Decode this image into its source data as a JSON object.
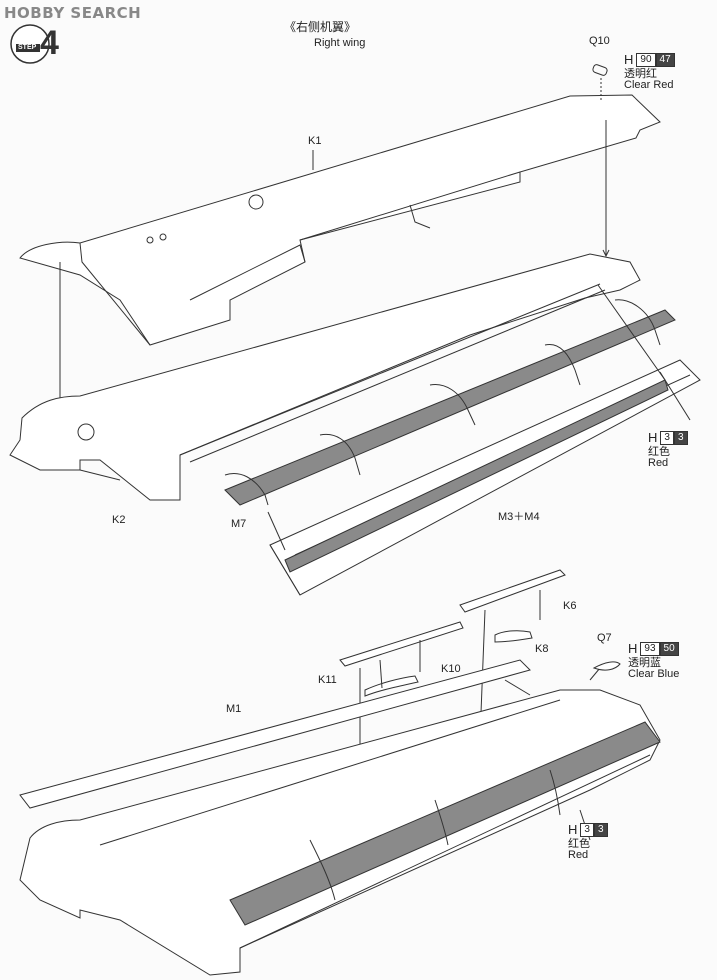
{
  "watermark": "HOBBY SEARCH",
  "step": {
    "word": "STEP",
    "number": "4"
  },
  "title": {
    "cn": "《右侧机翼》",
    "en": "Right wing"
  },
  "parts": {
    "q10": "Q10",
    "k1": "K1",
    "k2": "K2",
    "m7": "M7",
    "m3m4": "M3＋M4",
    "k6": "K6",
    "k8": "K8",
    "k10": "K10",
    "k11": "K11",
    "q7": "Q7",
    "m1": "M1"
  },
  "paints": {
    "clear_red": {
      "h": "H",
      "code1": "90",
      "code2": "47",
      "cn": "透明红",
      "en": "Clear Red"
    },
    "red_1": {
      "h": "H",
      "code1": "3",
      "code2": "3",
      "cn": "红色",
      "en": "Red"
    },
    "clear_blue": {
      "h": "H",
      "code1": "93",
      "code2": "50",
      "cn": "透明蓝",
      "en": "Clear Blue"
    },
    "red_2": {
      "h": "H",
      "code1": "3",
      "code2": "3",
      "cn": "红色",
      "en": "Red"
    }
  },
  "colors": {
    "line": "#333333",
    "gray_part": "#8a8a8a",
    "paper": "#fbfbfb"
  }
}
